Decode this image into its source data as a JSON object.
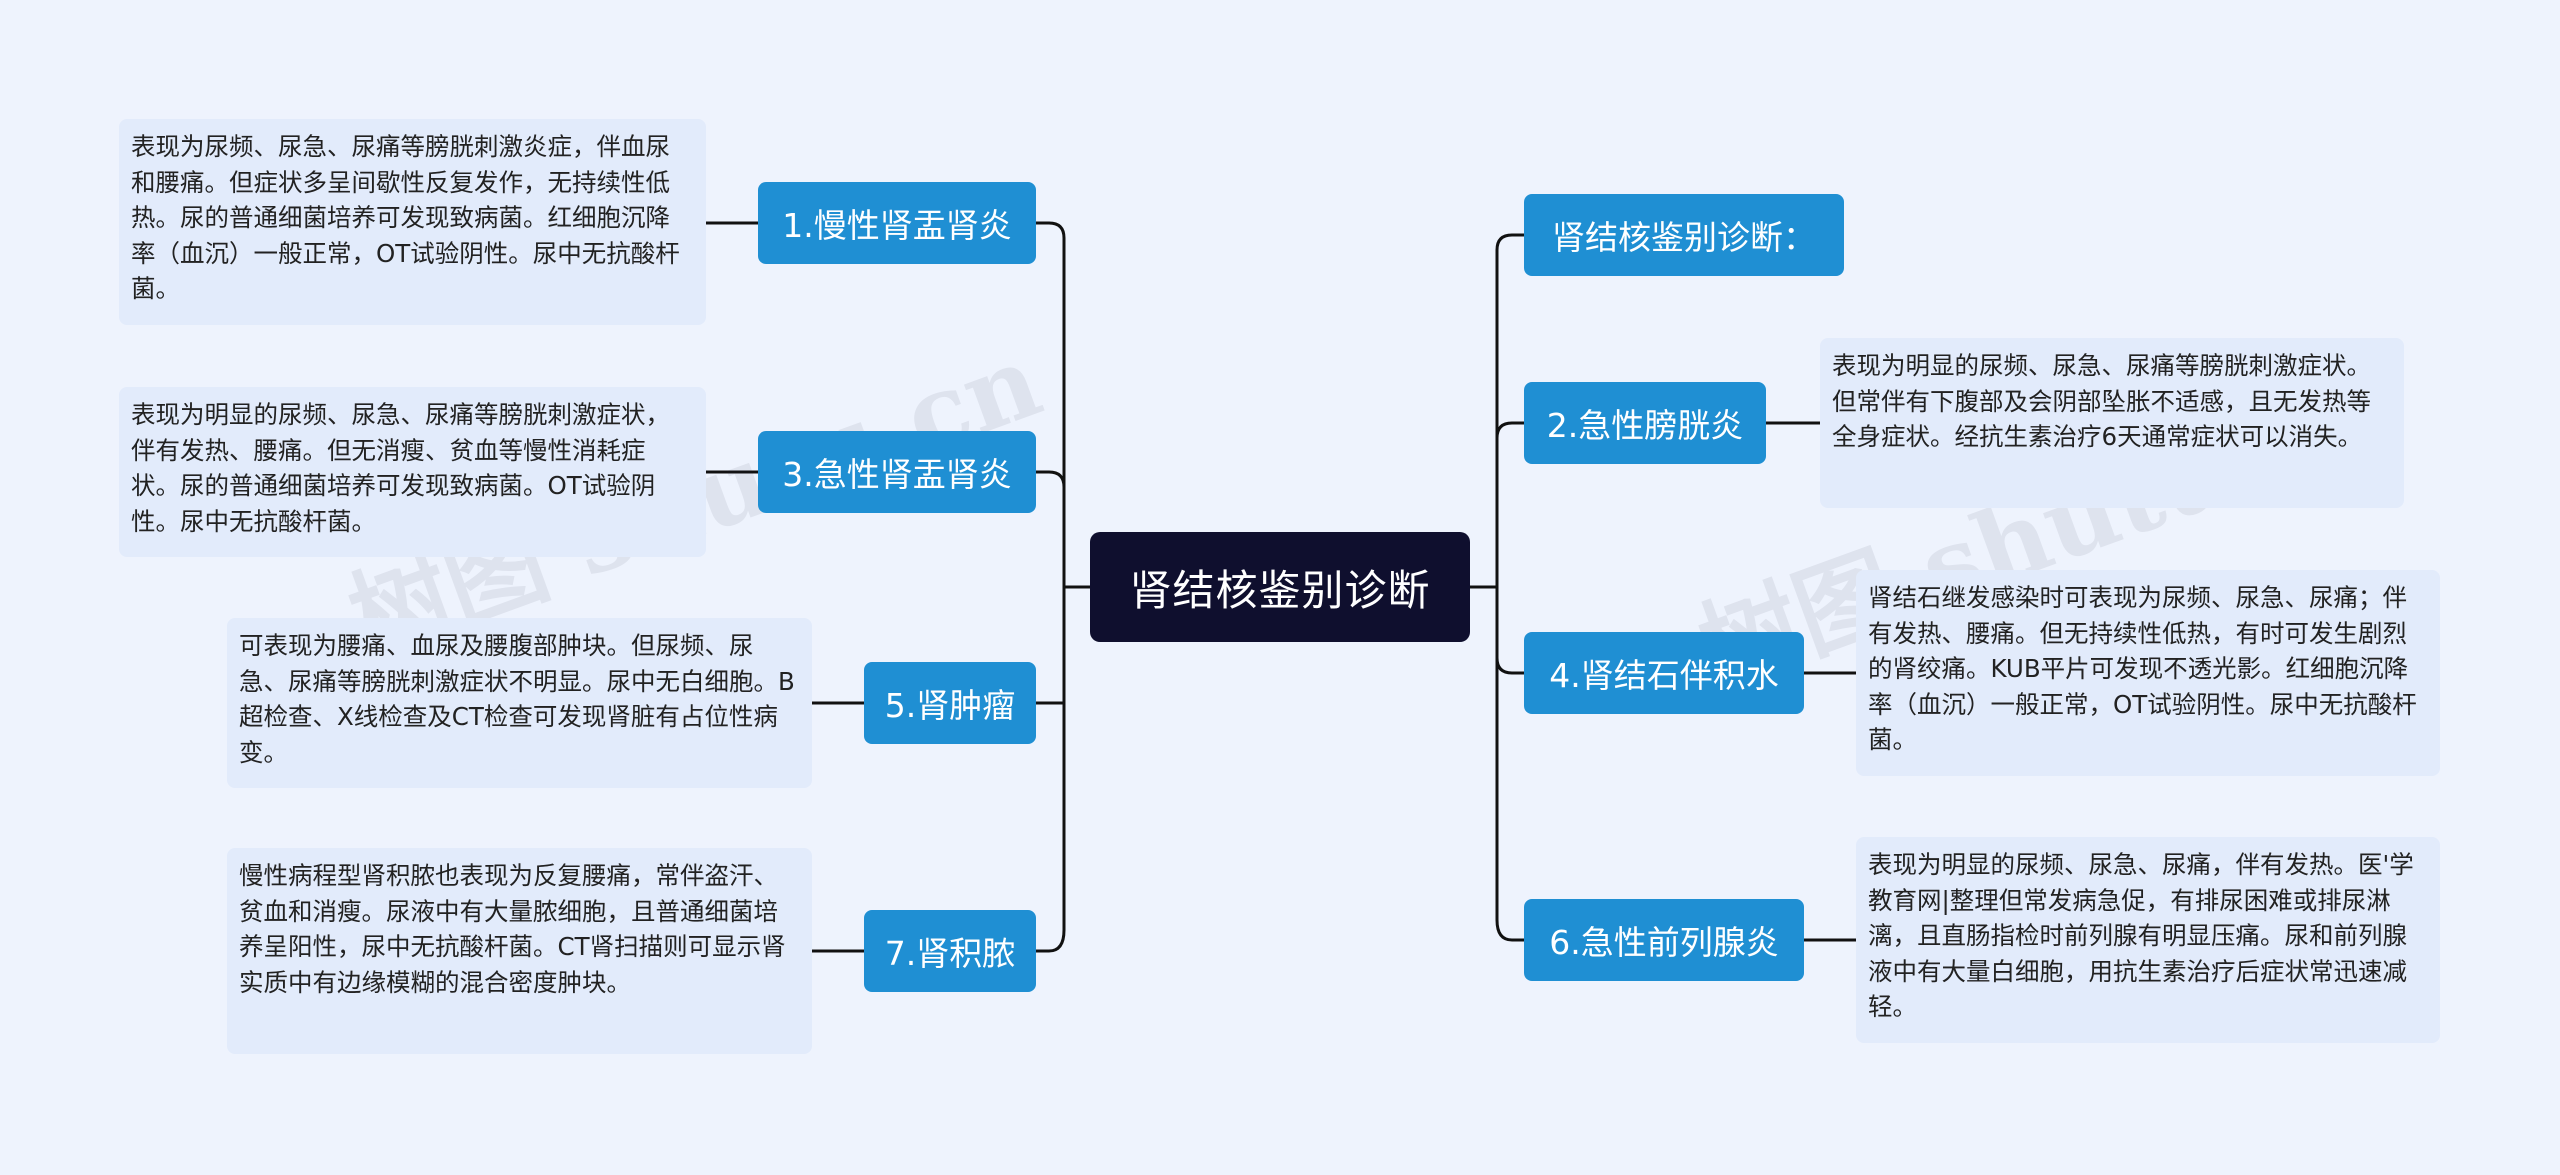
{
  "colors": {
    "background": "#eef3fd",
    "root_fill": "#0f0f2e",
    "branch_fill": "#1f8fd3",
    "note_fill": "#e2ebfb",
    "connector": "#111111"
  },
  "root": {
    "label": "肾结核鉴别诊断"
  },
  "left_branches": [
    {
      "label": "1.慢性肾盂肾炎",
      "note": "表现为尿频、尿急、尿痛等膀胱刺激炎症，伴血尿和腰痛。但症状多呈间歇性反复发作，无持续性低热。尿的普通细菌培养可发现致病菌。红细胞沉降率（血沉）一般正常，OT试验阴性。尿中无抗酸杆菌。"
    },
    {
      "label": "3.急性肾盂肾炎",
      "note": "表现为明显的尿频、尿急、尿痛等膀胱刺激症状，伴有发热、腰痛。但无消瘦、贫血等慢性消耗症状。尿的普通细菌培养可发现致病菌。OT试验阴性。尿中无抗酸杆菌。"
    },
    {
      "label": "5.肾肿瘤",
      "note": "可表现为腰痛、血尿及腰腹部肿块。但尿频、尿急、尿痛等膀胱刺激症状不明显。尿中无白细胞。B超检查、X线检查及CT检查可发现肾脏有占位性病变。"
    },
    {
      "label": "7.肾积脓",
      "note": "慢性病程型肾积脓也表现为反复腰痛，常伴盗汗、贫血和消瘦。尿液中有大量脓细胞，且普通细菌培养呈阳性，尿中无抗酸杆菌。CT肾扫描则可显示肾实质中有边缘模糊的混合密度肿块。"
    }
  ],
  "right_branches": [
    {
      "label": "肾结核鉴别诊断："
    },
    {
      "label": "2.急性膀胱炎",
      "note": "表现为明显的尿频、尿急、尿痛等膀胱刺激症状。但常伴有下腹部及会阴部坠胀不适感，且无发热等全身症状。经抗生素治疗6天通常症状可以消失。"
    },
    {
      "label": "4.肾结石伴积水",
      "note": "肾结石继发感染时可表现为尿频、尿急、尿痛；伴有发热、腰痛。但无持续性低热，有时可发生剧烈的肾绞痛。KUB平片可发现不透光影。红细胞沉降率（血沉）一般正常，OT试验阴性。尿中无抗酸杆菌。"
    },
    {
      "label": "6.急性前列腺炎",
      "note": "表现为明显的尿频、尿急、尿痛，伴有发热。医'学教育网|整理但常发病急促，有排尿困难或排尿淋漓，且直肠指检时前列腺有明显压痛。尿和前列腺液中有大量白细胞，用抗生素治疗后症状常迅速减轻。"
    }
  ],
  "watermarks": [
    "树图 shutu.cn",
    "树图 shutu.cn"
  ]
}
